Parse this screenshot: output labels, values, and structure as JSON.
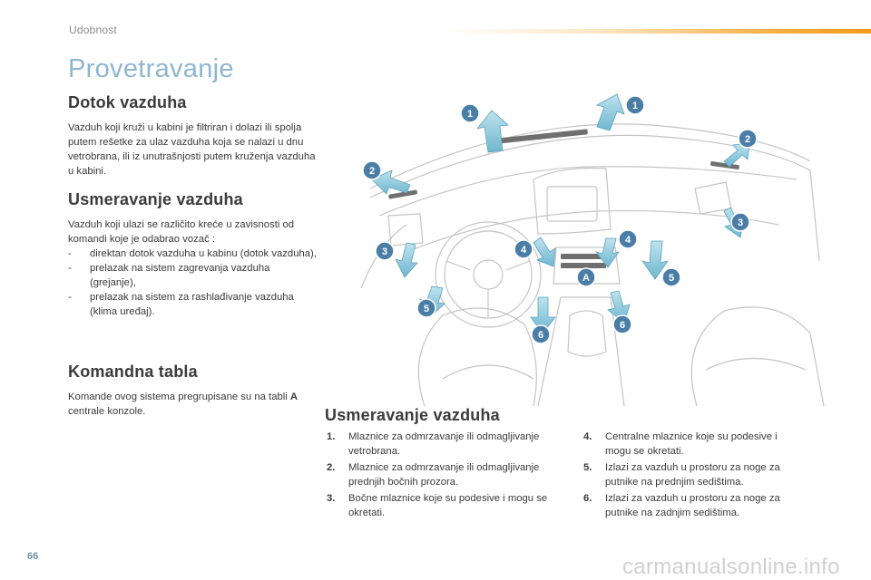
{
  "header": {
    "section": "Udobnost"
  },
  "page_title": "Provetravanje",
  "dotok": {
    "heading": "Dotok vazduha",
    "text": "Vazduh koji kruži u kabini je filtriran i dolazi ili spolja putem rešetke za ulaz vazduha koja se nalazi u dnu vetrobrana, ili iz unutrašnjosti putem kruženja vazduha u kabini."
  },
  "usmeravanje_left": {
    "heading": "Usmeravanje vazduha",
    "intro": "Vazduh koji ulazi se različito kreće u zavisnosti od komandi koje je odabrao vozač :",
    "items": [
      "direktan dotok vazduha u kabinu (dotok vazduha),",
      "prelazak na sistem zagrevanja vazduha (grejanje),",
      "prelazak na sistem za rashlađivanje vazduha (klima uređaj)."
    ]
  },
  "komandna": {
    "heading": "Komandna tabla",
    "text_before": "Komande ovog sistema pregrupisane su na tabli ",
    "bold": "A",
    "text_after": " centrale konzole."
  },
  "illustration": {
    "badges": [
      "1",
      "2",
      "3",
      "4",
      "5",
      "6",
      "A"
    ],
    "badge_color": "#4b7ea6"
  },
  "usmeravanje_right": {
    "heading": "Usmeravanje vazduha",
    "items": [
      {
        "num": "1.",
        "text": "Mlaznice za odmrzavanje ili odmagljivanje vetrobrana."
      },
      {
        "num": "2.",
        "text": "Mlaznice za odmrzavanje ili odmagljivanje prednjih bočnih prozora."
      },
      {
        "num": "3.",
        "text": "Bočne mlaznice koje su podesive i mogu se okretati."
      },
      {
        "num": "4.",
        "text": "Centralne mlaznice koje su podesive i mogu se okretati."
      },
      {
        "num": "5.",
        "text": "Izlazi za vazduh u prostoru za noge za putnike na prednjim sedištima."
      },
      {
        "num": "6.",
        "text": "Izlazi za vazduh u prostoru za noge za putnike na zadnjim sedištima."
      }
    ]
  },
  "footer": {
    "page_number": "66",
    "watermark": "carmanualsonline.info"
  }
}
